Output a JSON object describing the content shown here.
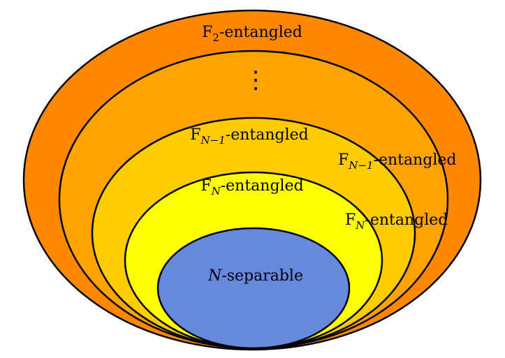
{
  "colors": {
    "outer": "#FF8800",
    "second": "#FFA300",
    "third": "#FFCC00",
    "fourth": "#FFFF00",
    "core": "#6688DD",
    "stroke": "#000000"
  },
  "labels": {
    "f2": {
      "base": "F",
      "sub": "2",
      "rest": "-entangled"
    },
    "dots": "⋮",
    "fn1_inner": {
      "base": "F",
      "sub": "N−1",
      "rest": "-entangled"
    },
    "fn1_side": {
      "base": "F",
      "sub": "N−1",
      "rest": "-entangled"
    },
    "fn_inner": {
      "base": "F",
      "sub": "N",
      "rest": "-entangled"
    },
    "fn_side": {
      "base": "F",
      "sub": "N",
      "rest": "-entangled"
    },
    "core": {
      "var": "N",
      "rest": "-separable"
    }
  }
}
